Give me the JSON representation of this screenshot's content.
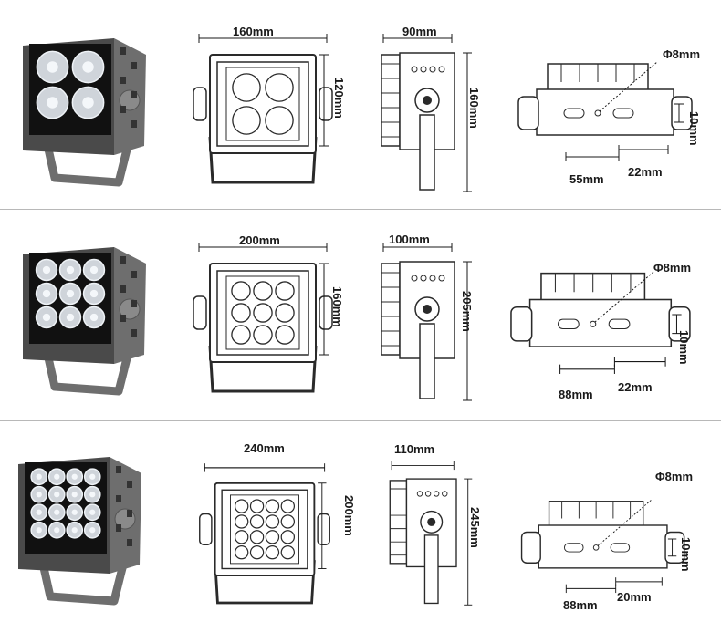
{
  "colors": {
    "housing": "#6e6e6e",
    "housing_dark": "#4a4a4a",
    "lens_glass": "#cfd4da",
    "face_black": "#111111",
    "line": "#2a2a2a",
    "dim_line": "#1a1a1a",
    "divider": "#b8b8b8"
  },
  "models": [
    {
      "led_grid": 2,
      "front_width": "160mm",
      "front_height": "120mm",
      "side_depth": "90mm",
      "side_height": "160mm",
      "bracket_hole": "Φ8mm",
      "bracket_height": "10mm",
      "bracket_spacing": "55mm",
      "bracket_offset": "22mm"
    },
    {
      "led_grid": 3,
      "front_width": "200mm",
      "front_height": "160mm",
      "side_depth": "100mm",
      "side_height": "205mm",
      "bracket_hole": "Φ8mm",
      "bracket_height": "10mm",
      "bracket_spacing": "88mm",
      "bracket_offset": "22mm"
    },
    {
      "led_grid": 4,
      "front_width": "240mm",
      "front_height": "200mm",
      "side_depth": "110mm",
      "side_height": "245mm",
      "bracket_hole": "Φ8mm",
      "bracket_height": "10mm",
      "bracket_spacing": "88mm",
      "bracket_offset": "20mm"
    }
  ]
}
